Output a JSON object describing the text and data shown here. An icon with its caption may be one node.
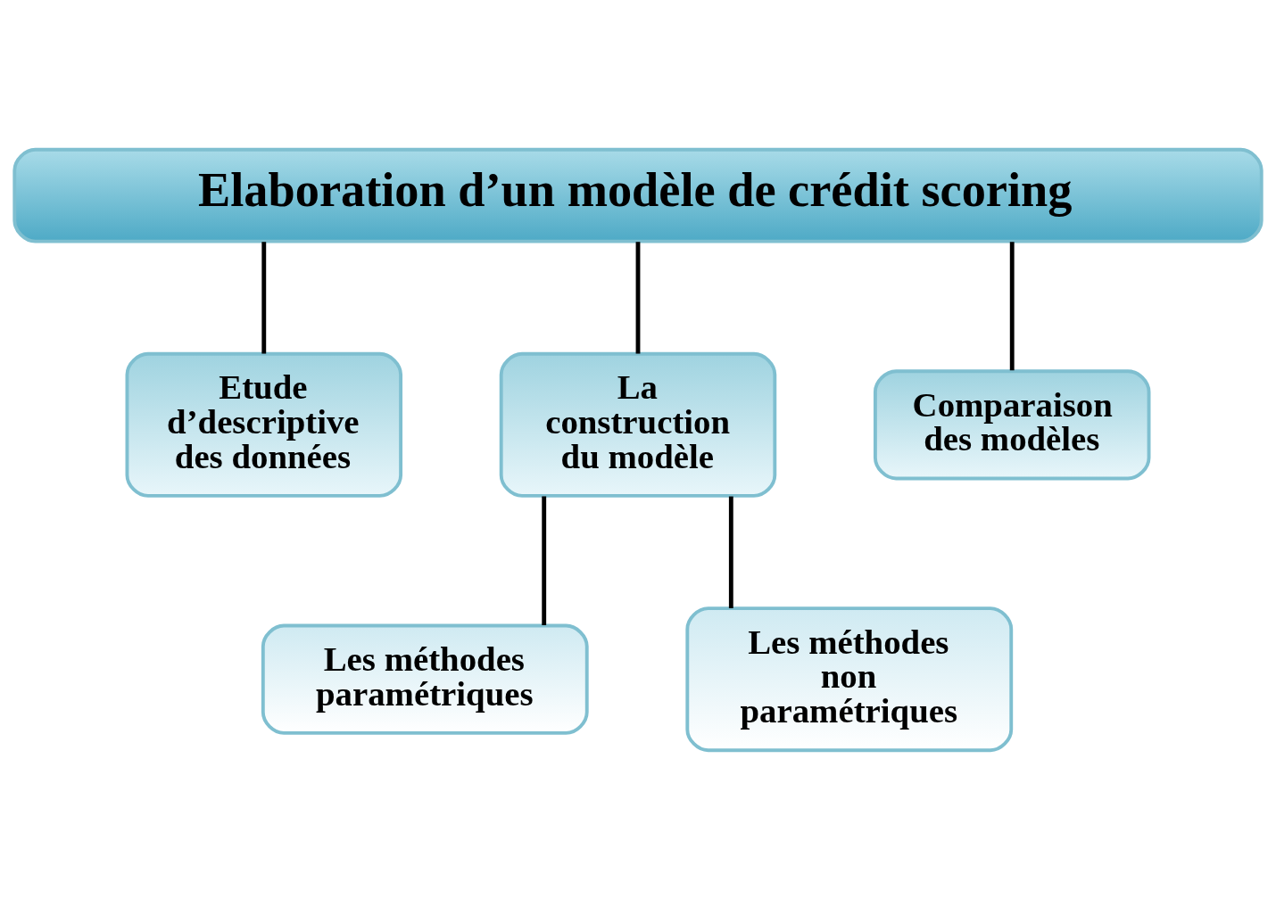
{
  "diagram": {
    "nodes": [
      {
        "text": [
          "Elaboration d’un modèle de crédit scoring"
        ]
      },
      {
        "text": [
          "Etude d’descriptive des données"
        ]
      },
      {
        "text": [
          "La construction du modèle"
        ]
      },
      {
        "text": [
          "Comparaison des modèles"
        ]
      },
      {
        "text": [
          "Les méthodes paramétriques"
        ]
      },
      {
        "text": [
          "Les méthodes non paramétriques"
        ]
      }
    ],
    "edges": [
      {
        "from": 0,
        "to": 1,
        "arrow": "none"
      },
      {
        "from": 0,
        "to": 2,
        "arrow": "none"
      },
      {
        "from": 0,
        "to": 3,
        "arrow": "none"
      },
      {
        "from": 2,
        "to": 4,
        "arrow": "none"
      },
      {
        "from": 2,
        "to": 5,
        "arrow": "none"
      }
    ]
  }
}
